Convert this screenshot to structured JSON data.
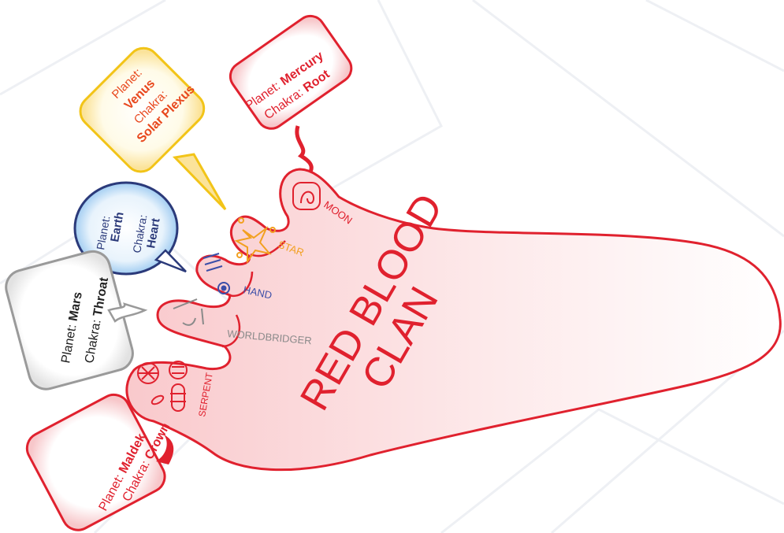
{
  "clan": {
    "line1": "RED BLOOD",
    "line2": "CLAN"
  },
  "toes": {
    "moon": "MOON",
    "star": "STAR",
    "hand": "HAND",
    "worldbridger": "WORLDBRIDGER",
    "serpent": "SERPENT"
  },
  "bubbles": {
    "mercury": {
      "planet_prefix": "Planet: ",
      "planet": "Mercury",
      "chakra_prefix": "Chakra: ",
      "chakra": "Root"
    },
    "venus": {
      "planet_prefix": "Planet:",
      "planet": "Venus",
      "chakra_prefix": "Chakra:",
      "chakra": "Solar Plexus"
    },
    "earth": {
      "planet_prefix": "Planet:",
      "planet": "Earth",
      "chakra_prefix": "Chakra:",
      "chakra": "Heart"
    },
    "mars": {
      "planet_prefix": "Planet: ",
      "planet": "Mars",
      "chakra_prefix": "Chakra: ",
      "chakra": "Throat"
    },
    "maldek": {
      "planet_prefix": "Planet: ",
      "planet": "Maldek",
      "chakra_prefix": "Chakra: ",
      "chakra": "Crown"
    }
  },
  "colors": {
    "red": "#e0212e",
    "venus_border": "#f2c418",
    "venus_text": "#e8481e",
    "earth_fill": "#5aa8e6",
    "earth_text": "#2b3a7a",
    "mars_border": "#9a9a9a",
    "mars_text": "#222222",
    "star_orange": "#f2a020",
    "hand_blue": "#3b4ea8",
    "worldbridger_gray": "#8a8a8a"
  }
}
